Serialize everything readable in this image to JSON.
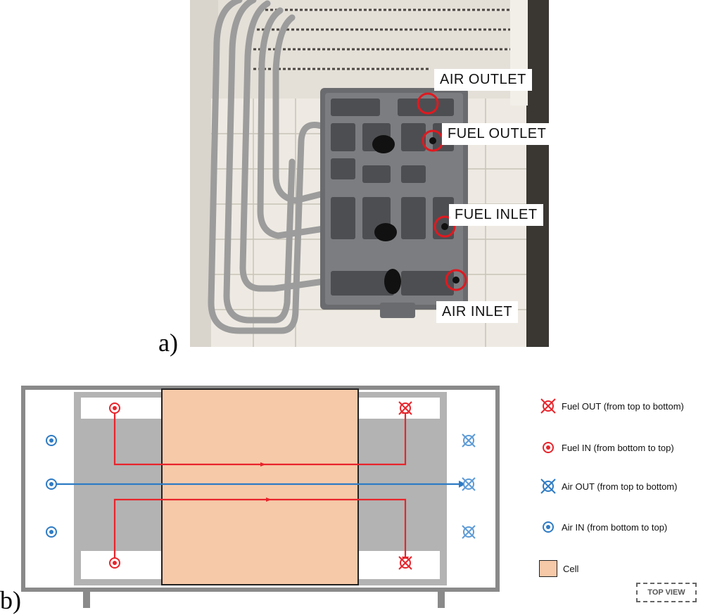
{
  "panel_a": {
    "letter": "a)",
    "labels": {
      "air_outlet": "AIR OUTLET",
      "fuel_outlet": "FUEL OUTLET",
      "fuel_inlet": "FUEL INLET",
      "air_inlet": "AIR INLET"
    }
  },
  "panel_b": {
    "letter": "b)",
    "legend": {
      "fuel_out": "Fuel OUT (from top to bottom)",
      "fuel_in": "Fuel IN (from bottom to top)",
      "air_out": "Air OUT (from top to bottom)",
      "air_in": "Air IN (from bottom to top)",
      "cell": "Cell"
    },
    "view_label": "TOP VIEW"
  },
  "colors": {
    "fuel": "#e8242b",
    "air": "#2e7bc4",
    "air_light": "#5d9bd6",
    "cell": "#f6c9a8",
    "frame": "#8a8a8a",
    "channel": "#b3b3b3"
  }
}
